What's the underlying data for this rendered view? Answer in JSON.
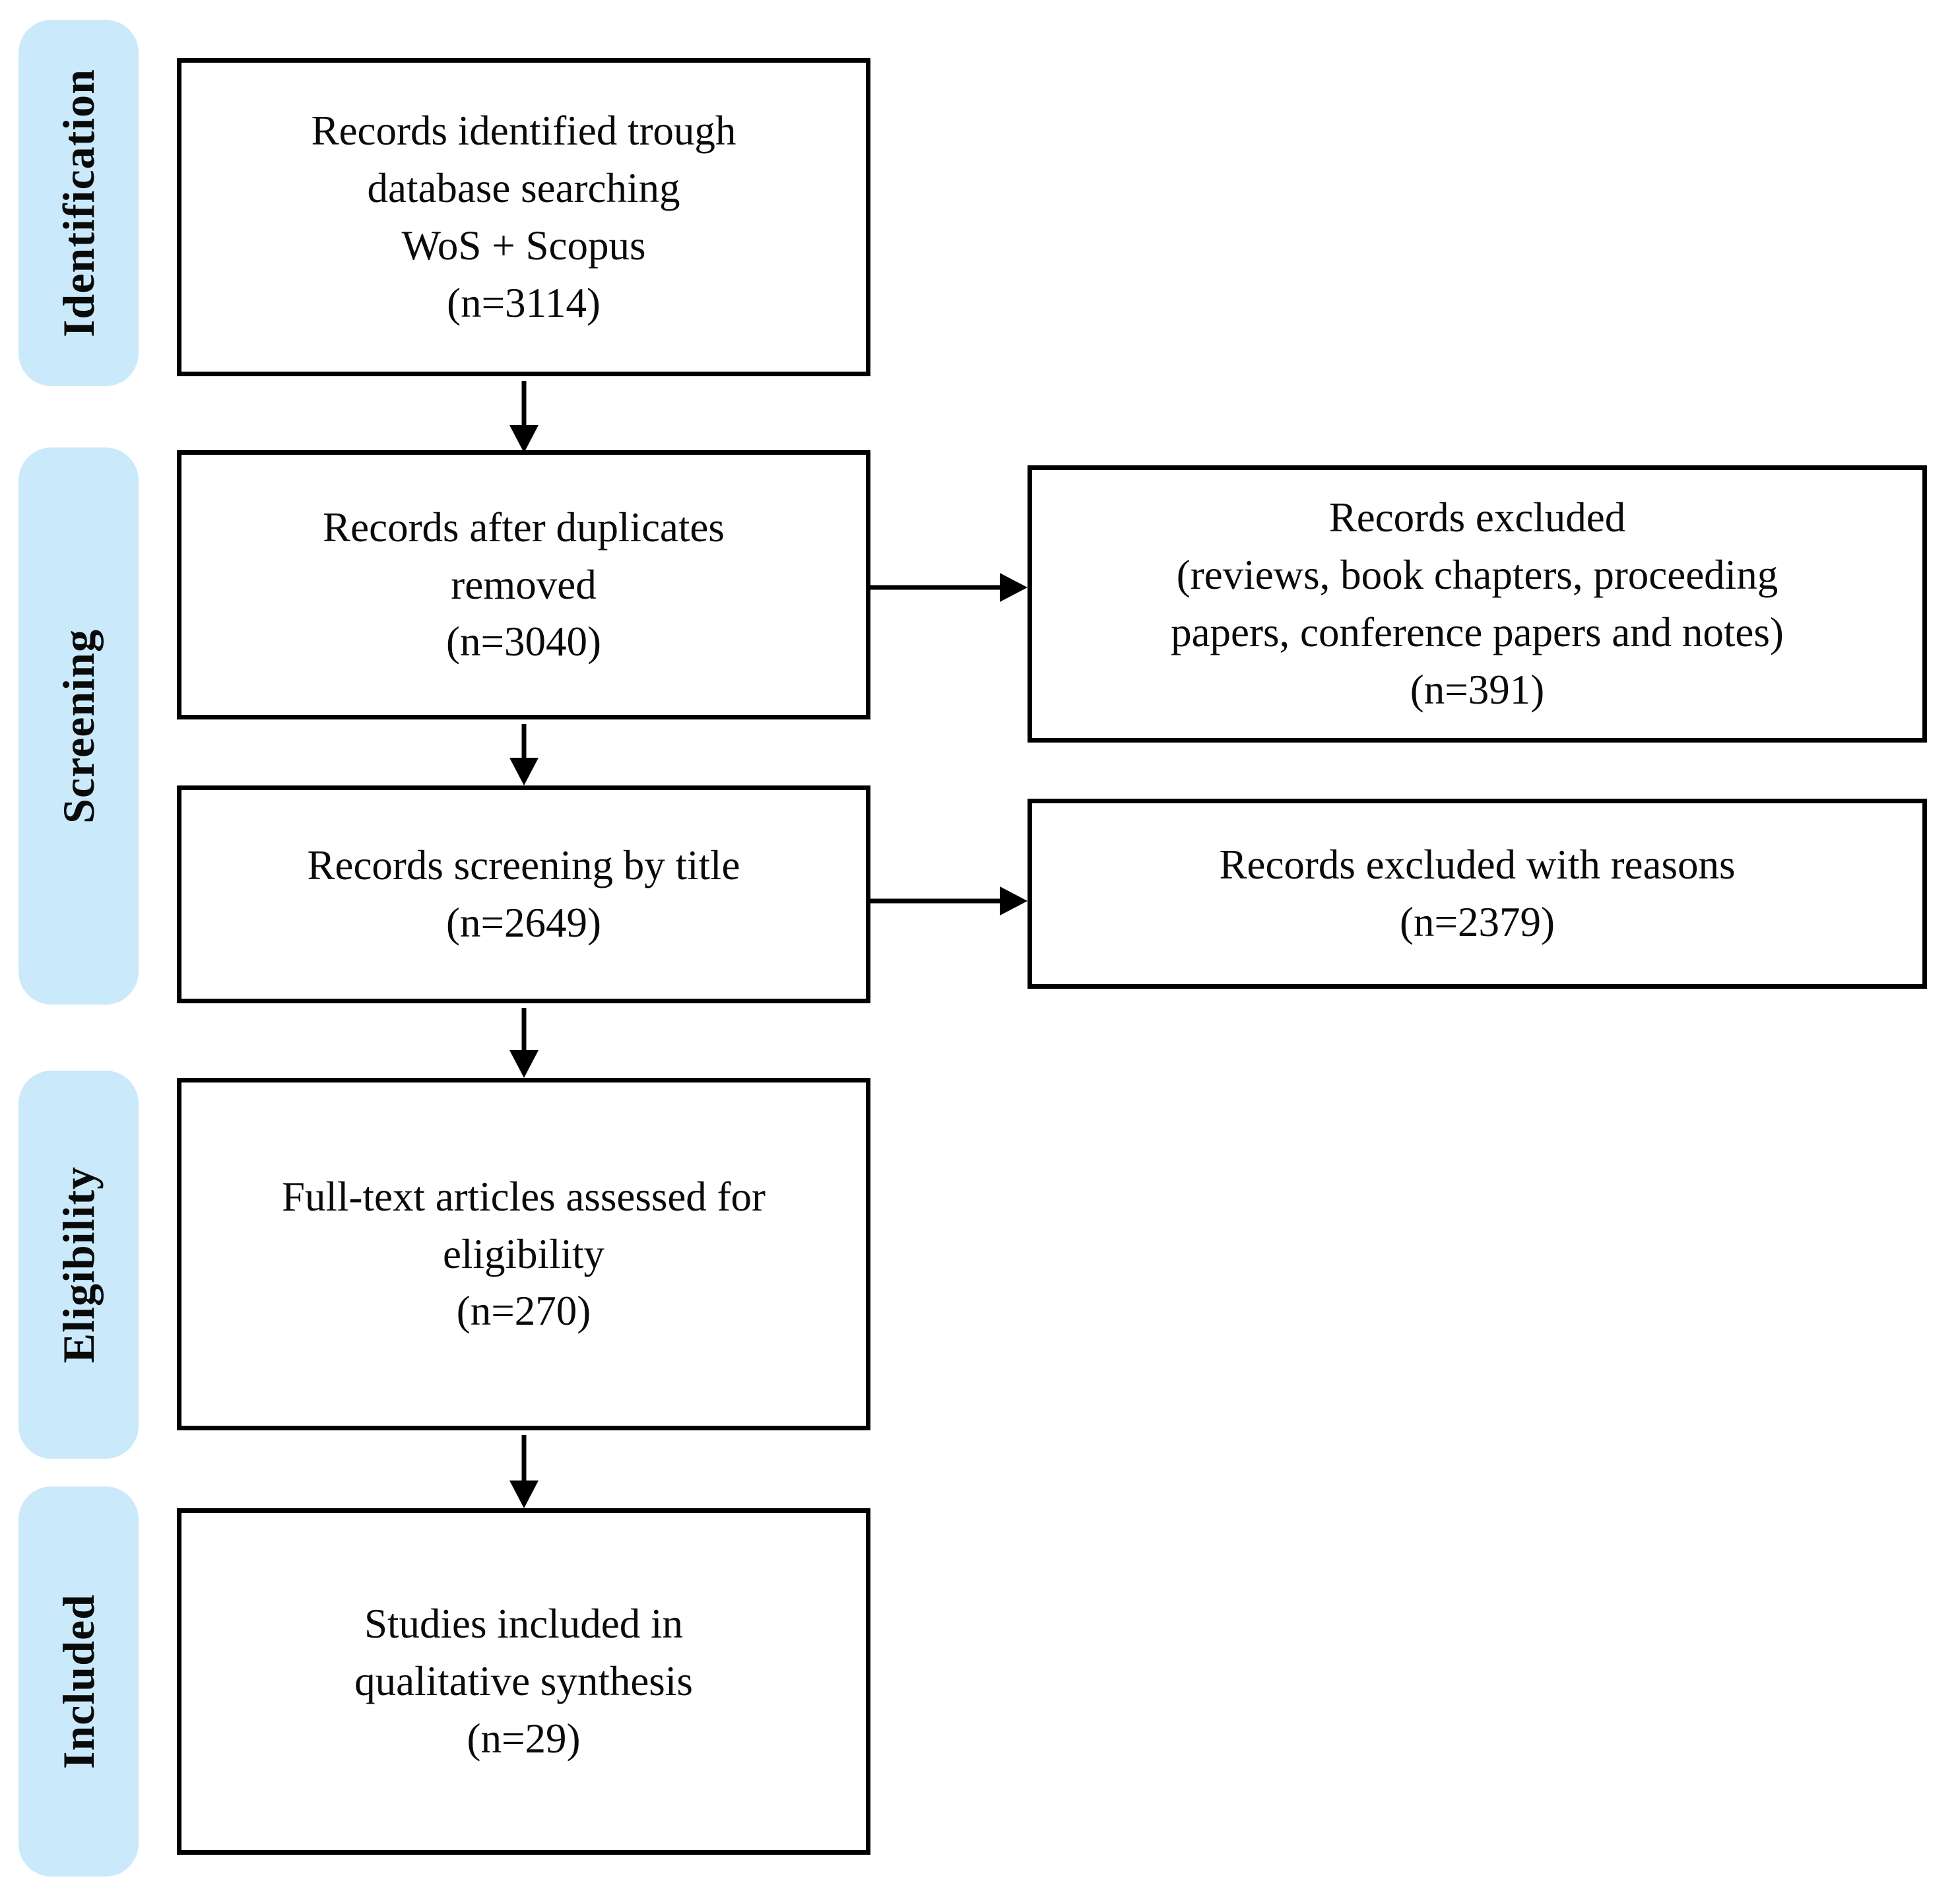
{
  "colors": {
    "stage_fill": "#cae9fb",
    "box_border": "#000000",
    "arrow": "#000000",
    "text": "#0a0a0a",
    "background": "#ffffff"
  },
  "sidebar": {
    "stages": [
      {
        "label": "Identification"
      },
      {
        "label": "Screening"
      },
      {
        "label": "Eligibility"
      },
      {
        "label": "Included"
      }
    ]
  },
  "flow": {
    "boxes": [
      {
        "name": "records-identified",
        "text": "Records identified trough\ndatabase searching\nWoS + Scopus\n(n=3114)"
      },
      {
        "name": "records-after-duplicates",
        "text": "Records after duplicates\nremoved\n(n=3040)"
      },
      {
        "name": "records-screening-title",
        "text": "Records screening by title\n(n=2649)"
      },
      {
        "name": "full-text-assessed",
        "text": "Full-text articles assessed for\neligibility\n(n=270)"
      },
      {
        "name": "studies-included",
        "text": "Studies included in\nqualitative synthesis\n(n=29)"
      }
    ],
    "excluded": [
      {
        "name": "records-excluded",
        "text": "Records excluded\n(reviews, book chapters, proceeding\npapers, conference papers and notes)\n(n=391)"
      },
      {
        "name": "records-excluded-reasons",
        "text": "Records excluded with reasons\n(n=2379)"
      }
    ]
  }
}
